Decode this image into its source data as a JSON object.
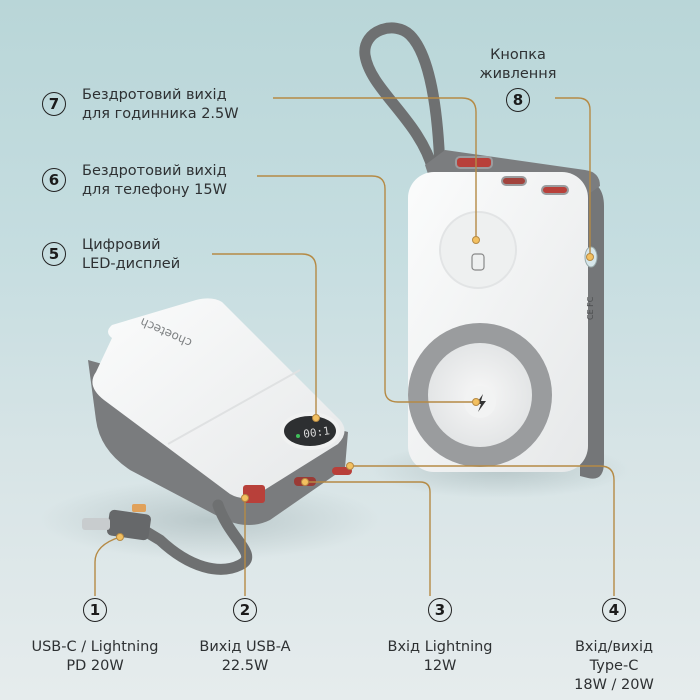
{
  "colors": {
    "background_top": "#b9d6d8",
    "background_bottom": "#e6eced",
    "callout_line": "#b58a45",
    "callout_dot": "#f3c060",
    "device_body": "#f4f5f5",
    "device_frame": "#707274",
    "port_red": "#b8403a",
    "led_green": "#3fbf5a"
  },
  "product": {
    "brand_logo": "choetech",
    "led_display": "00:1"
  },
  "callouts_left": [
    {
      "number": "7",
      "line1": "Бездротовий вихід",
      "line2": "для годинника 2.5W"
    },
    {
      "number": "6",
      "line1": "Бездротовий вихід",
      "line2": "для телефону 15W"
    },
    {
      "number": "5",
      "line1": "Цифровий",
      "line2": "LED-дисплей"
    }
  ],
  "callout_top_right": {
    "number": "8",
    "line1": "Кнопка",
    "line2": "живлення"
  },
  "callouts_bottom": [
    {
      "number": "1",
      "line1": "USB-C / Lightning",
      "line2": "PD 20W"
    },
    {
      "number": "2",
      "line1": "Вихід USB-A",
      "line2": "22.5W"
    },
    {
      "number": "3",
      "line1": "Вхід Lightning",
      "line2": "12W"
    },
    {
      "number": "4",
      "line1": "Вхід/вихід Type-C",
      "line2": "18W / 20W"
    }
  ]
}
